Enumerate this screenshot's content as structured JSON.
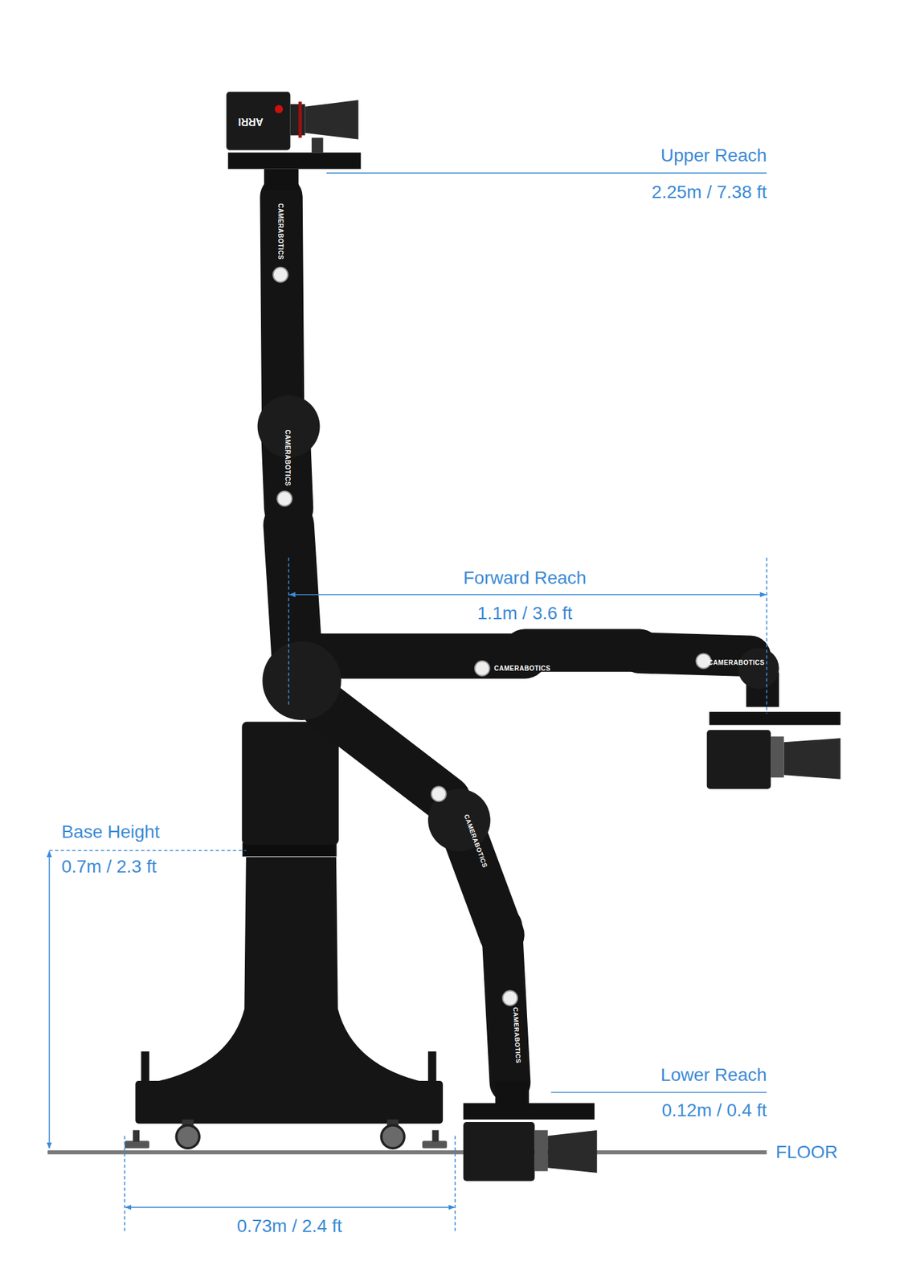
{
  "diagram": {
    "labels": [
      "Upper Reach",
      "2.25m / 7.38 ft",
      "Forward Reach",
      "1.1m / 3.6 ft",
      "Base Height",
      "0.7m / 2.3 ft",
      "Lower Reach",
      "0.12m / 0.4 ft",
      "FLOOR",
      "0.73m / 2.4 ft",
      "CAMERABOTICS",
      "CAMERABOTICS",
      "CAMERABOTICS",
      "CAMERABOTICS",
      "CAMERABOTICS",
      "CAMERABOTICS",
      "ARRI"
    ]
  }
}
